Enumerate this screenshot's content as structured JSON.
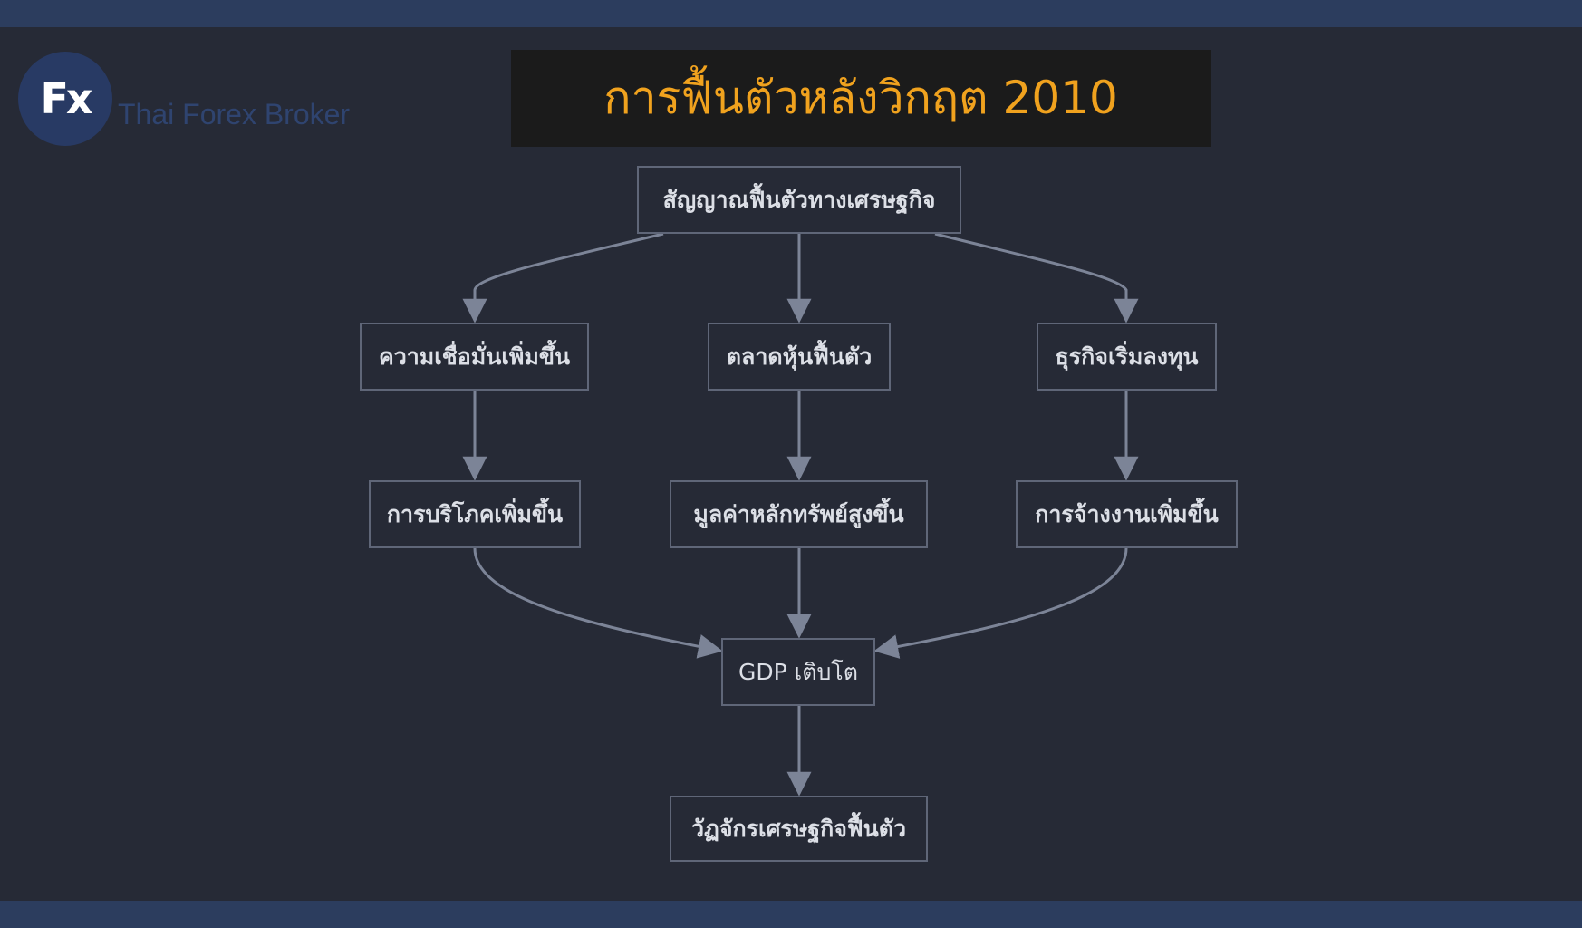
{
  "brand": {
    "logo_mark": "Fx",
    "name": "Thai Forex Broker"
  },
  "title": "การฟื้นตัวหลังวิกฤต 2010",
  "colors": {
    "background": "#262a36",
    "title": "#f0a21e",
    "node_border": "#5f6678",
    "edge": "#7c8497",
    "bar": "#2c3d5e"
  },
  "nodes": {
    "signal": "สัญญาณฟื้นตัวทางเศรษฐกิจ",
    "confidence": "ความเชื่อมั่นเพิ่มขึ้น",
    "stock": "ตลาดหุ้นฟื้นตัว",
    "business": "ธุรกิจเริ่มลงทุน",
    "consumption": "การบริโภคเพิ่มขึ้น",
    "assets": "มูลค่าหลักทรัพย์สูงขึ้น",
    "employment": "การจ้างงานเพิ่มขึ้น",
    "gdp": "GDP  เติบโต",
    "cycle": "วัฏจักรเศรษฐกิจฟื้นตัว"
  },
  "edges": [
    [
      "signal",
      "confidence"
    ],
    [
      "signal",
      "stock"
    ],
    [
      "signal",
      "business"
    ],
    [
      "confidence",
      "consumption"
    ],
    [
      "stock",
      "assets"
    ],
    [
      "business",
      "employment"
    ],
    [
      "consumption",
      "gdp"
    ],
    [
      "assets",
      "gdp"
    ],
    [
      "employment",
      "gdp"
    ],
    [
      "gdp",
      "cycle"
    ]
  ]
}
